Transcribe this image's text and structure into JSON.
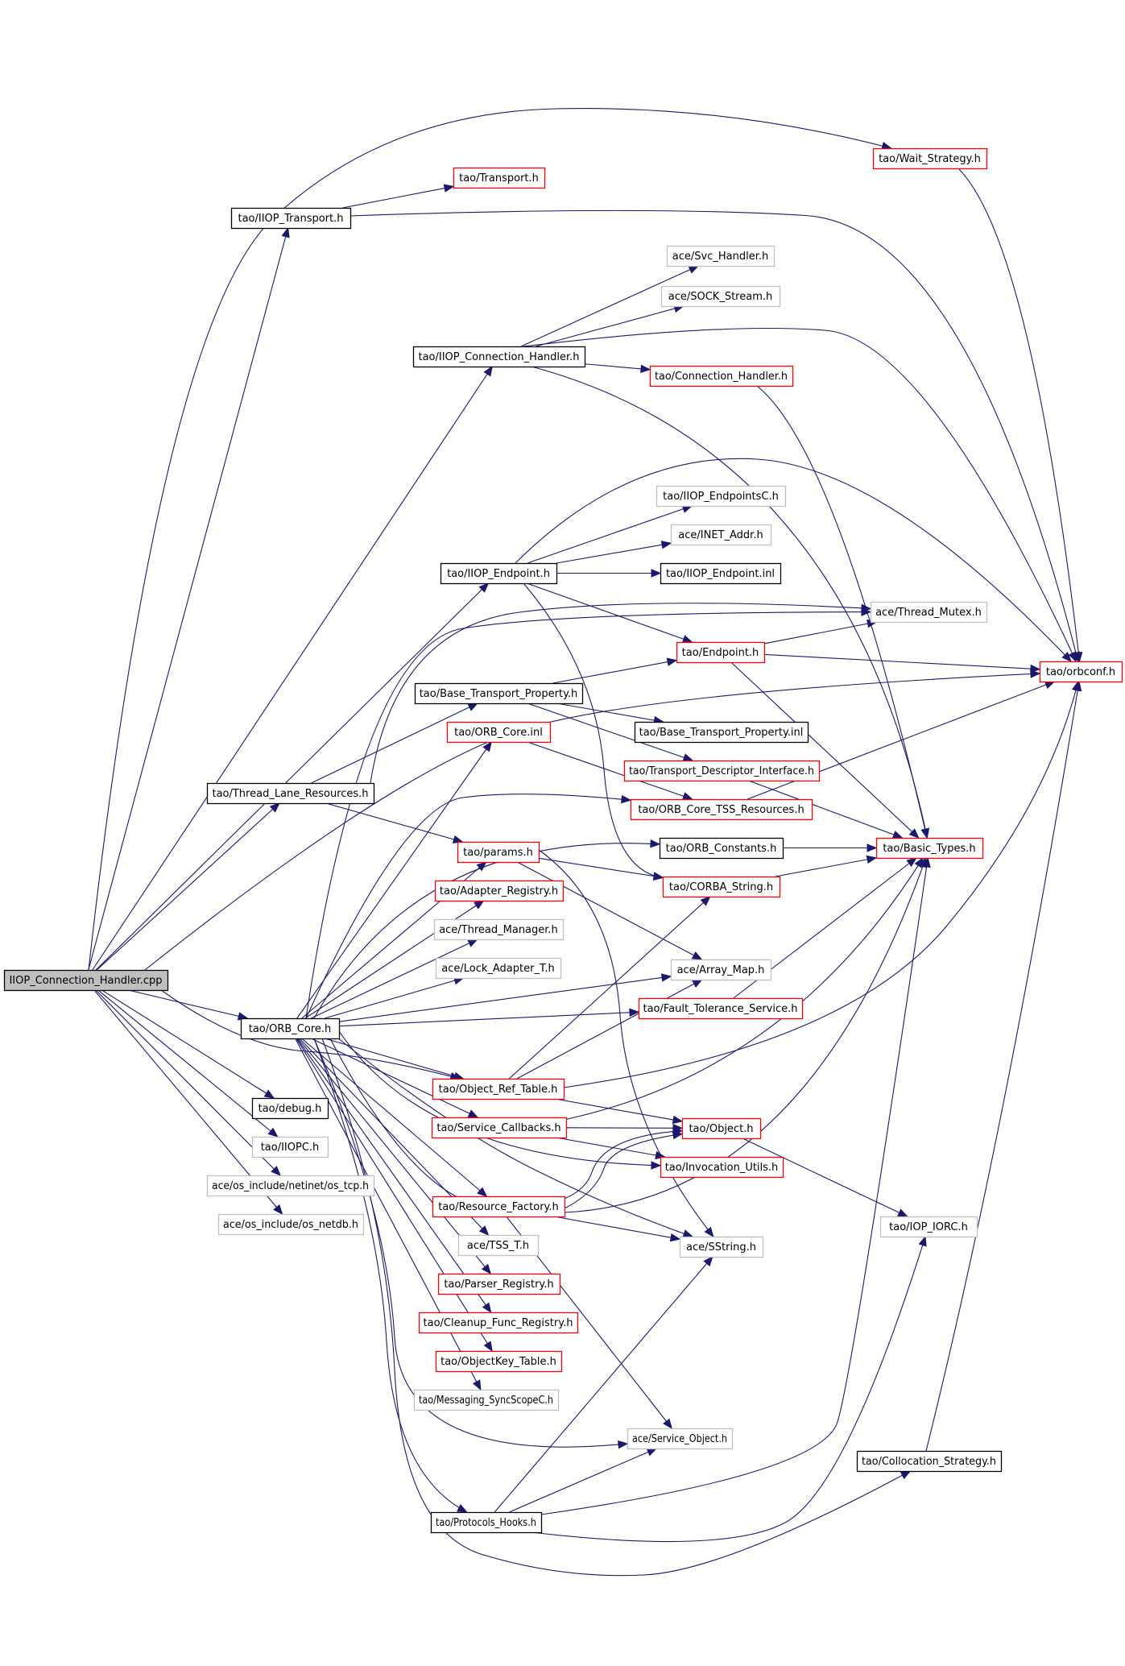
{
  "title": "IIOP_Connection_Handler.cpp include dependency graph",
  "colors": {
    "edge": "#191970",
    "root_fill": "#bfbfbf",
    "root_border": "#000000",
    "documented_border": "#000000",
    "truncated_border": "#ff0000",
    "external_border": "#bfbfbf"
  },
  "nodes": [
    {
      "id": "root",
      "label": "IIOP_Connection_Handler.cpp",
      "kind": "root"
    },
    {
      "id": "iiop_transport",
      "label": "tao/IIOP_Transport.h",
      "kind": "documented"
    },
    {
      "id": "transport",
      "label": "tao/Transport.h",
      "kind": "truncated"
    },
    {
      "id": "wait_strategy",
      "label": "tao/Wait_Strategy.h",
      "kind": "truncated"
    },
    {
      "id": "svc_handler",
      "label": "ace/Svc_Handler.h",
      "kind": "external"
    },
    {
      "id": "sock_stream",
      "label": "ace/SOCK_Stream.h",
      "kind": "external"
    },
    {
      "id": "iiop_conn_handler_h",
      "label": "tao/IIOP_Connection_Handler.h",
      "kind": "documented"
    },
    {
      "id": "connection_handler",
      "label": "tao/Connection_Handler.h",
      "kind": "truncated"
    },
    {
      "id": "iiop_endpointsc",
      "label": "tao/IIOP_EndpointsC.h",
      "kind": "external"
    },
    {
      "id": "inet_addr",
      "label": "ace/INET_Addr.h",
      "kind": "external"
    },
    {
      "id": "iiop_endpoint",
      "label": "tao/IIOP_Endpoint.h",
      "kind": "documented"
    },
    {
      "id": "iiop_endpoint_inl",
      "label": "tao/IIOP_Endpoint.inl",
      "kind": "documented"
    },
    {
      "id": "thread_mutex",
      "label": "ace/Thread_Mutex.h",
      "kind": "external"
    },
    {
      "id": "endpoint",
      "label": "tao/Endpoint.h",
      "kind": "truncated"
    },
    {
      "id": "orbconf",
      "label": "tao/orbconf.h",
      "kind": "truncated"
    },
    {
      "id": "base_transport_property",
      "label": "tao/Base_Transport_Property.h",
      "kind": "documented"
    },
    {
      "id": "orb_core_inl",
      "label": "tao/ORB_Core.inl",
      "kind": "truncated"
    },
    {
      "id": "base_transport_property_inl",
      "label": "tao/Base_Transport_Property.inl",
      "kind": "documented"
    },
    {
      "id": "thread_lane_resources",
      "label": "tao/Thread_Lane_Resources.h",
      "kind": "documented"
    },
    {
      "id": "transport_descriptor_interface",
      "label": "tao/Transport_Descriptor_Interface.h",
      "kind": "truncated"
    },
    {
      "id": "orb_core_tss_resources",
      "label": "tao/ORB_Core_TSS_Resources.h",
      "kind": "truncated"
    },
    {
      "id": "params",
      "label": "tao/params.h",
      "kind": "truncated"
    },
    {
      "id": "orb_constants",
      "label": "tao/ORB_Constants.h",
      "kind": "documented"
    },
    {
      "id": "basic_types",
      "label": "tao/Basic_Types.h",
      "kind": "truncated"
    },
    {
      "id": "adapter_registry",
      "label": "tao/Adapter_Registry.h",
      "kind": "truncated"
    },
    {
      "id": "corba_string",
      "label": "tao/CORBA_String.h",
      "kind": "truncated"
    },
    {
      "id": "thread_manager",
      "label": "ace/Thread_Manager.h",
      "kind": "external"
    },
    {
      "id": "lock_adapter_t",
      "label": "ace/Lock_Adapter_T.h",
      "kind": "external"
    },
    {
      "id": "array_map",
      "label": "ace/Array_Map.h",
      "kind": "external"
    },
    {
      "id": "orb_core_h",
      "label": "tao/ORB_Core.h",
      "kind": "documented"
    },
    {
      "id": "fault_tolerance_service",
      "label": "tao/Fault_Tolerance_Service.h",
      "kind": "truncated"
    },
    {
      "id": "object_ref_table",
      "label": "tao/Object_Ref_Table.h",
      "kind": "truncated"
    },
    {
      "id": "debug",
      "label": "tao/debug.h",
      "kind": "documented"
    },
    {
      "id": "service_callbacks",
      "label": "tao/Service_Callbacks.h",
      "kind": "truncated"
    },
    {
      "id": "object",
      "label": "tao/Object.h",
      "kind": "truncated"
    },
    {
      "id": "iiopc",
      "label": "tao/IIOPC.h",
      "kind": "external"
    },
    {
      "id": "invocation_utils",
      "label": "tao/Invocation_Utils.h",
      "kind": "truncated"
    },
    {
      "id": "os_tcp",
      "label": "ace/os_include/netinet/os_tcp.h",
      "kind": "external"
    },
    {
      "id": "os_netdb",
      "label": "ace/os_include/os_netdb.h",
      "kind": "external"
    },
    {
      "id": "resource_factory",
      "label": "tao/Resource_Factory.h",
      "kind": "truncated"
    },
    {
      "id": "iop_iorc",
      "label": "tao/IOP_IORC.h",
      "kind": "external"
    },
    {
      "id": "tss_t",
      "label": "ace/TSS_T.h",
      "kind": "external"
    },
    {
      "id": "sstring",
      "label": "ace/SString.h",
      "kind": "external"
    },
    {
      "id": "parser_registry",
      "label": "tao/Parser_Registry.h",
      "kind": "truncated"
    },
    {
      "id": "cleanup_func_registry",
      "label": "tao/Cleanup_Func_Registry.h",
      "kind": "truncated"
    },
    {
      "id": "objectkey_table",
      "label": "tao/ObjectKey_Table.h",
      "kind": "truncated"
    },
    {
      "id": "messaging_syncscopec",
      "label": "tao/Messaging_SyncScopeC.h",
      "kind": "external"
    },
    {
      "id": "service_object",
      "label": "ace/Service_Object.h",
      "kind": "external"
    },
    {
      "id": "collocation_strategy",
      "label": "tao/Collocation_Strategy.h",
      "kind": "documented"
    },
    {
      "id": "protocols_hooks",
      "label": "tao/Protocols_Hooks.h",
      "kind": "documented"
    }
  ],
  "edges": [
    [
      "root",
      "iiop_transport"
    ],
    [
      "root",
      "wait_strategy"
    ],
    [
      "root",
      "iiop_conn_handler_h"
    ],
    [
      "root",
      "iiop_endpoint"
    ],
    [
      "root",
      "thread_lane_resources"
    ],
    [
      "root",
      "orb_core_h"
    ],
    [
      "root",
      "debug"
    ],
    [
      "root",
      "iiopc"
    ],
    [
      "root",
      "os_tcp"
    ],
    [
      "root",
      "os_netdb"
    ],
    [
      "root",
      "orbconf"
    ],
    [
      "root",
      "object_ref_table"
    ],
    [
      "iiop_transport",
      "transport"
    ],
    [
      "iiop_transport",
      "orbconf"
    ],
    [
      "wait_strategy",
      "orbconf"
    ],
    [
      "iiop_conn_handler_h",
      "svc_handler"
    ],
    [
      "iiop_conn_handler_h",
      "sock_stream"
    ],
    [
      "iiop_conn_handler_h",
      "connection_handler"
    ],
    [
      "iiop_conn_handler_h",
      "orbconf"
    ],
    [
      "iiop_conn_handler_h",
      "basic_types"
    ],
    [
      "connection_handler",
      "basic_types"
    ],
    [
      "iiop_endpoint",
      "iiop_endpointsc"
    ],
    [
      "iiop_endpoint",
      "inet_addr"
    ],
    [
      "iiop_endpoint",
      "iiop_endpoint_inl"
    ],
    [
      "iiop_endpoint",
      "endpoint"
    ],
    [
      "iiop_endpoint",
      "orbconf"
    ],
    [
      "iiop_endpoint",
      "corba_string"
    ],
    [
      "endpoint",
      "thread_mutex"
    ],
    [
      "endpoint",
      "orbconf"
    ],
    [
      "endpoint",
      "basic_types"
    ],
    [
      "thread_lane_resources",
      "base_transport_property"
    ],
    [
      "thread_lane_resources",
      "thread_mutex"
    ],
    [
      "thread_lane_resources",
      "params"
    ],
    [
      "base_transport_property",
      "endpoint"
    ],
    [
      "base_transport_property",
      "base_transport_property_inl"
    ],
    [
      "base_transport_property",
      "transport_descriptor_interface"
    ],
    [
      "transport_descriptor_interface",
      "basic_types"
    ],
    [
      "orb_core_inl",
      "orb_core_tss_resources"
    ],
    [
      "orb_core_tss_resources",
      "orbconf"
    ],
    [
      "params",
      "corba_string"
    ],
    [
      "params",
      "array_map"
    ],
    [
      "params",
      "sstring"
    ],
    [
      "orb_constants",
      "basic_types"
    ],
    [
      "corba_string",
      "basic_types"
    ],
    [
      "fault_tolerance_service",
      "basic_types"
    ],
    [
      "object_ref_table",
      "corba_string"
    ],
    [
      "object_ref_table",
      "array_map"
    ],
    [
      "object_ref_table",
      "object"
    ],
    [
      "object_ref_table",
      "orbconf"
    ],
    [
      "service_callbacks",
      "object"
    ],
    [
      "service_callbacks",
      "invocation_utils"
    ],
    [
      "service_callbacks",
      "basic_types"
    ],
    [
      "object",
      "iop_iorc"
    ],
    [
      "resource_factory",
      "sstring"
    ],
    [
      "resource_factory",
      "service_object"
    ],
    [
      "resource_factory",
      "basic_types"
    ],
    [
      "resource_factory",
      "object"
    ],
    [
      "protocols_hooks",
      "service_object"
    ],
    [
      "protocols_hooks",
      "sstring"
    ],
    [
      "protocols_hooks",
      "basic_types"
    ],
    [
      "protocols_hooks",
      "iop_iorc"
    ],
    [
      "collocation_strategy",
      "orbconf"
    ],
    [
      "orb_core_h",
      "orb_core_inl"
    ],
    [
      "orb_core_h",
      "orb_core_tss_resources"
    ],
    [
      "orb_core_h",
      "params"
    ],
    [
      "orb_core_h",
      "orb_constants"
    ],
    [
      "orb_core_h",
      "adapter_registry"
    ],
    [
      "orb_core_h",
      "thread_manager"
    ],
    [
      "orb_core_h",
      "lock_adapter_t"
    ],
    [
      "orb_core_h",
      "array_map"
    ],
    [
      "orb_core_h",
      "fault_tolerance_service"
    ],
    [
      "orb_core_h",
      "object_ref_table"
    ],
    [
      "orb_core_h",
      "service_callbacks"
    ],
    [
      "orb_core_h",
      "invocation_utils"
    ],
    [
      "orb_core_h",
      "resource_factory"
    ],
    [
      "orb_core_h",
      "tss_t"
    ],
    [
      "orb_core_h",
      "parser_registry"
    ],
    [
      "orb_core_h",
      "cleanup_func_registry"
    ],
    [
      "orb_core_h",
      "objectkey_table"
    ],
    [
      "orb_core_h",
      "messaging_syncscopec"
    ],
    [
      "orb_core_h",
      "service_object"
    ],
    [
      "orb_core_h",
      "protocols_hooks"
    ],
    [
      "orb_core_h",
      "collocation_strategy"
    ],
    [
      "orb_core_h",
      "thread_mutex"
    ],
    [
      "orb_core_h",
      "object"
    ],
    [
      "orb_core_h",
      "sstring"
    ]
  ]
}
